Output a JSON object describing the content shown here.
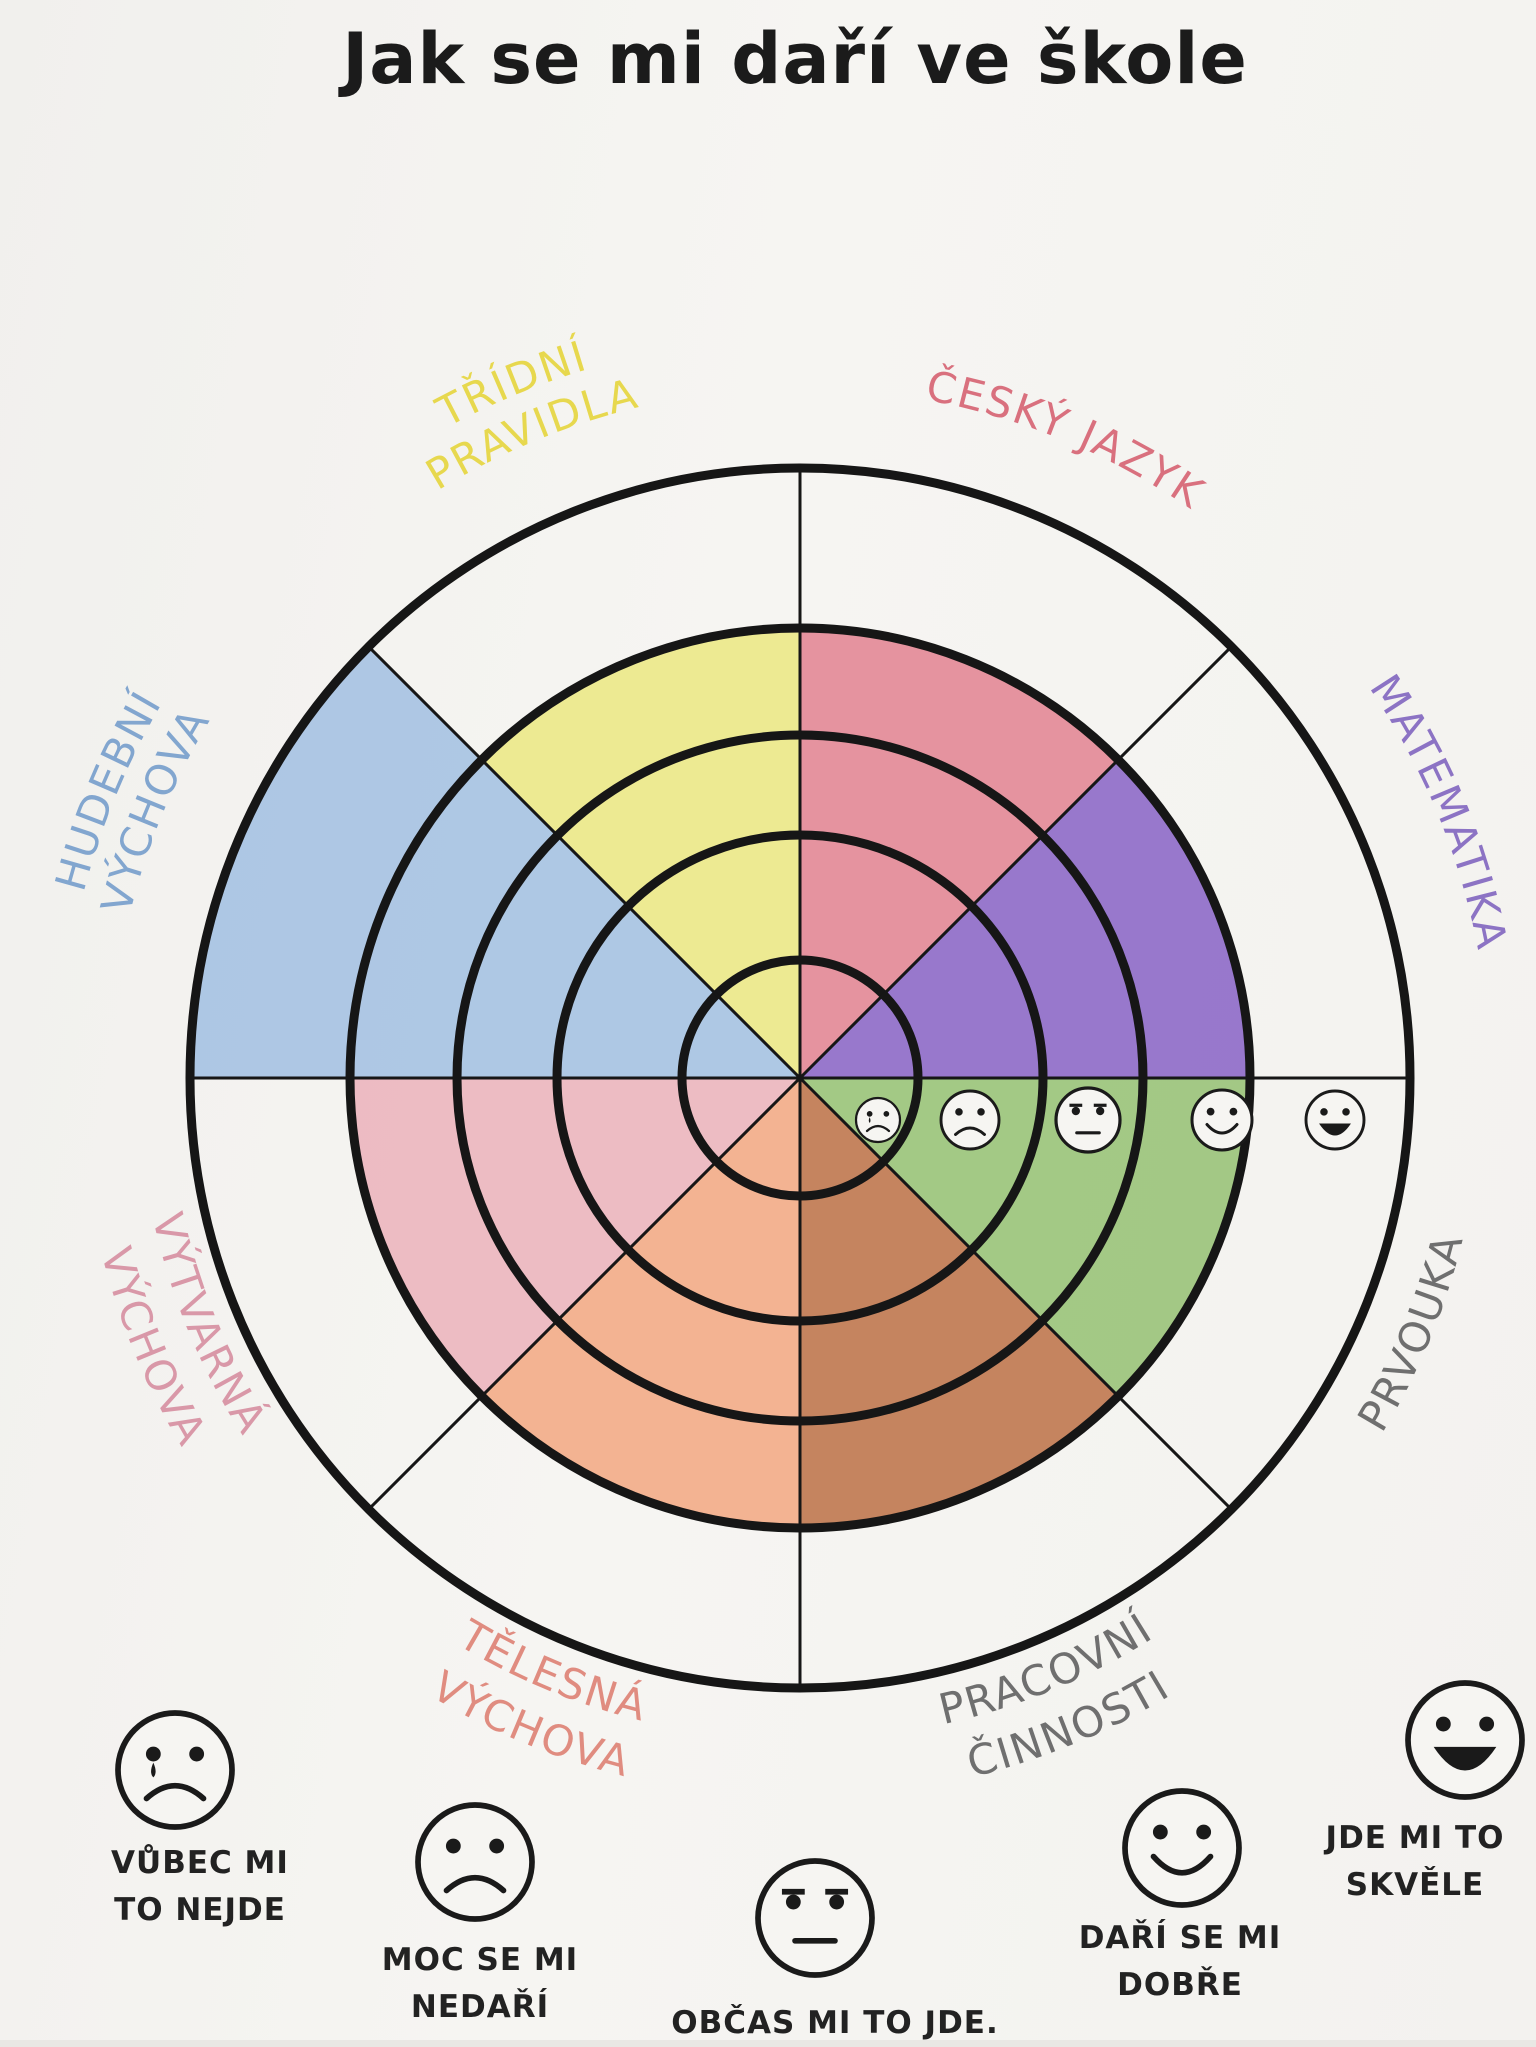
{
  "title": "Jak se mi daří ve škole",
  "subjects": [
    {
      "label": "ČESKÝ JAZYK",
      "color": "#d9707e"
    },
    {
      "label": "MATEMATIKA",
      "color": "#8c73c4"
    },
    {
      "label": "PRVOUKA",
      "color": "#6f6f6f"
    },
    {
      "label": "PRACOVNÍ ČINNOSTI",
      "color": "#6f6f6f"
    },
    {
      "label": "TĚLESNÁ VÝCHOVA",
      "color": "#e08c80"
    },
    {
      "label": "VÝTVARNÁ VÝCHOVA",
      "color": "#d998a8"
    },
    {
      "label": "HUDEBNÍ VÝCHOVA",
      "color": "#82a6cf"
    },
    {
      "label": "TŘÍDNÍ PRAVIDLA",
      "color": "#e7d84e"
    }
  ],
  "ratings": [
    {
      "label_line1": "VŮBEC MI",
      "label_line2": "TO NEJDE",
      "icon": "crying-face-icon"
    },
    {
      "label_line1": "MOC SE MI",
      "label_line2": "NEDAŘÍ",
      "icon": "sad-face-icon"
    },
    {
      "label_line1": "OBČAS MI TO  JDE.",
      "label_line2": "",
      "icon": "neutral-face-icon"
    },
    {
      "label_line1": "DAŘÍ SE MI",
      "label_line2": "DOBŘE",
      "icon": "smiling-face-icon"
    },
    {
      "label_line1": "JDE MI TO",
      "label_line2": "SKVĚLE",
      "icon": "laughing-face-icon"
    }
  ],
  "coloring": [
    {
      "subject": "ČESKÝ JAZYK",
      "level": 4,
      "color": "#e38a98"
    },
    {
      "subject": "MATEMATIKA",
      "level": 4,
      "color": "#8f6cc9"
    },
    {
      "subject": "PRVOUKA",
      "level": 4,
      "color": "#9bc47c"
    },
    {
      "subject": "PRACOVNÍ ČINNOSTI",
      "level": 4,
      "color": "#c07a52"
    },
    {
      "subject": "TĚLESNÁ VÝCHOVA",
      "level": 4,
      "color": "#f2ad8a"
    },
    {
      "subject": "VÝTVARNÁ VÝCHOVA",
      "level": 4,
      "color": "#ecb6bf"
    },
    {
      "subject": "HUDEBNÍ VÝCHOVA",
      "level": 5,
      "color": "#a7c3e3"
    },
    {
      "subject": "TŘÍDNÍ PRAVIDLA",
      "level": 4,
      "color": "#ece88a"
    }
  ]
}
